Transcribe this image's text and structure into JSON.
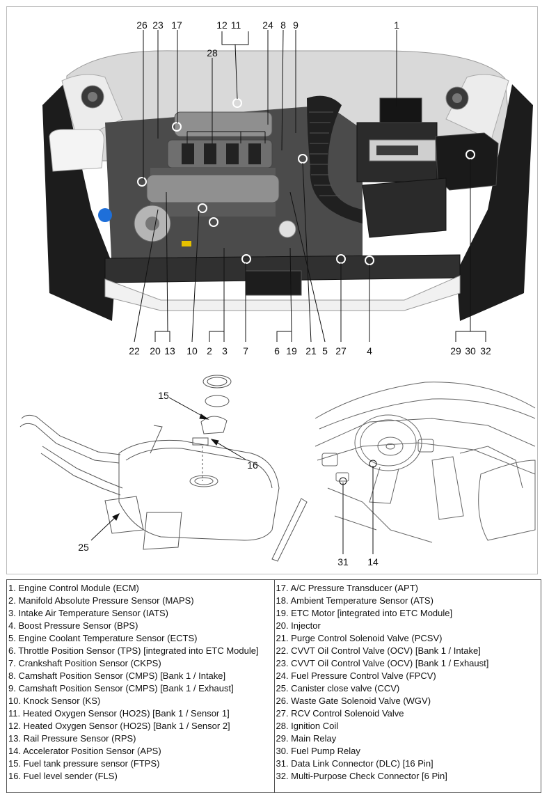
{
  "diagram": {
    "engine_callouts": [
      "26",
      "23",
      "17",
      "12",
      "11",
      "28",
      "24",
      "8",
      "9",
      "1",
      "22",
      "20",
      "13",
      "10",
      "2",
      "3",
      "7",
      "6",
      "19",
      "21",
      "5",
      "27",
      "4",
      "29",
      "30",
      "32"
    ],
    "tank_callouts": [
      "15",
      "16",
      "25"
    ],
    "interior_callouts": [
      "31",
      "14"
    ]
  },
  "legend": {
    "left": [
      "1. Engine Control Module (ECM)",
      "2. Manifold Absolute Pressure Sensor (MAPS)",
      "3. Intake Air Temperature Sensor (IATS)",
      "4. Boost Pressure Sensor (BPS)",
      "5. Engine Coolant Temperature Sensor (ECTS)",
      "6. Throttle Position Sensor (TPS) [integrated into ETC Module]",
      "7. Crankshaft Position Sensor (CKPS)",
      "8. Camshaft Position Sensor (CMPS) [Bank 1 / Intake]",
      "9. Camshaft Position Sensor (CMPS) [Bank 1 / Exhaust]",
      "10. Knock Sensor (KS)",
      "11. Heated Oxygen Sensor (HO2S) [Bank 1 / Sensor 1]",
      "12. Heated Oxygen Sensor (HO2S) [Bank 1 / Sensor 2]",
      "13. Rail Pressure Sensor (RPS)",
      "14. Accelerator Position Sensor (APS)",
      "15. Fuel tank pressure sensor (FTPS)",
      "16. Fuel level sender (FLS)"
    ],
    "right": [
      "17. A/C Pressure Transducer (APT)",
      "18. Ambient Temperature Sensor (ATS)",
      "19. ETC Motor [integrated into ETC Module]",
      "20. Injector",
      "21. Purge Control Solenoid Valve (PCSV)",
      "22. CVVT Oil Control Valve (OCV) [Bank 1 / Intake]",
      "23. CVVT Oil Control Valve (OCV) [Bank 1 / Exhaust]",
      "24. Fuel Pressure Control Valve (FPCV)",
      "25. Canister close valve (CCV)",
      "26. Waste Gate Solenoid Valve (WGV)",
      "27. RCV Control Solenoid Valve",
      "28. Ignition Coil",
      "29. Main Relay",
      "30. Fuel Pump Relay",
      "31. Data Link Connector (DLC) [16 Pin]",
      "32. Multi-Purpose Check Connector [6 Pin]"
    ]
  }
}
